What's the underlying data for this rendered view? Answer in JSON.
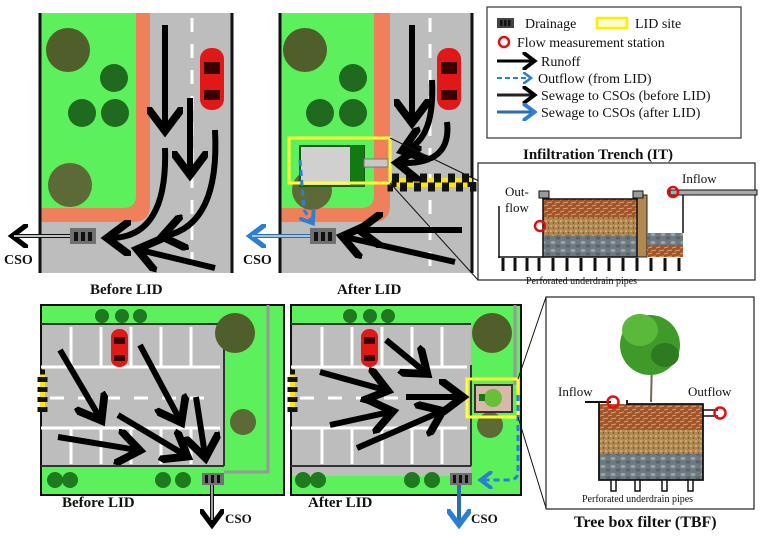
{
  "legend": {
    "items": [
      {
        "icon": "drainage-icon",
        "label": "Drainage"
      },
      {
        "icon": "lid-site-icon",
        "label": "LID site"
      },
      {
        "icon": "flow-station-icon",
        "label": "Flow measurement station"
      },
      {
        "icon": "runoff-arrow-icon",
        "label": "Runoff"
      },
      {
        "icon": "outflow-dashed-arrow-icon",
        "label": "Outflow (from LID)"
      },
      {
        "icon": "sewage-before-arrow-icon",
        "label": "Sewage to CSOs (before LID)"
      },
      {
        "icon": "sewage-after-arrow-icon",
        "label": "Sewage to CSOs (after LID)"
      }
    ]
  },
  "panels": {
    "street_before": {
      "caption": "Before LID",
      "cso": "CSO"
    },
    "street_after": {
      "caption": "After LID",
      "cso": "CSO"
    },
    "parking_before": {
      "caption": "Before LID",
      "cso": "CSO"
    },
    "parking_after": {
      "caption": "After LID",
      "cso": "CSO"
    }
  },
  "infiltration_trench": {
    "title": "Infiltration Trench (IT)",
    "inflow": "Inflow",
    "outflow_line1": "Out-",
    "outflow_line2": "flow",
    "pipes": "Perforated underdrain pipes"
  },
  "tree_box_filter": {
    "title": "Tree box filter (TBF)",
    "inflow": "Inflow",
    "outflow": "Outflow",
    "pipes": "Perforated underdrain pipes"
  },
  "colors": {
    "grass": "#5cf05c",
    "road": "#bdbdbd",
    "sidewalk": "#f0805a",
    "runoff": "#000000",
    "outflow": "#2a7fd4",
    "sewage_after": "#2e6ea8",
    "lid_site": "#ffff33",
    "station": "#e01010"
  }
}
